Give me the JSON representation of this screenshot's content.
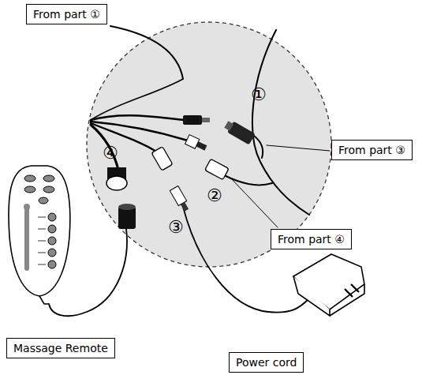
{
  "diagram": {
    "nodes": [
      {
        "text": [
          "From part ①"
        ]
      },
      {
        "text": [
          "From part ③"
        ]
      },
      {
        "text": [
          "From part ④"
        ]
      },
      {
        "text": [
          "Massage Remote"
        ]
      },
      {
        "text": [
          "Power cord"
        ]
      }
    ],
    "labels": [
      "①",
      "②",
      "③",
      "④"
    ]
  }
}
